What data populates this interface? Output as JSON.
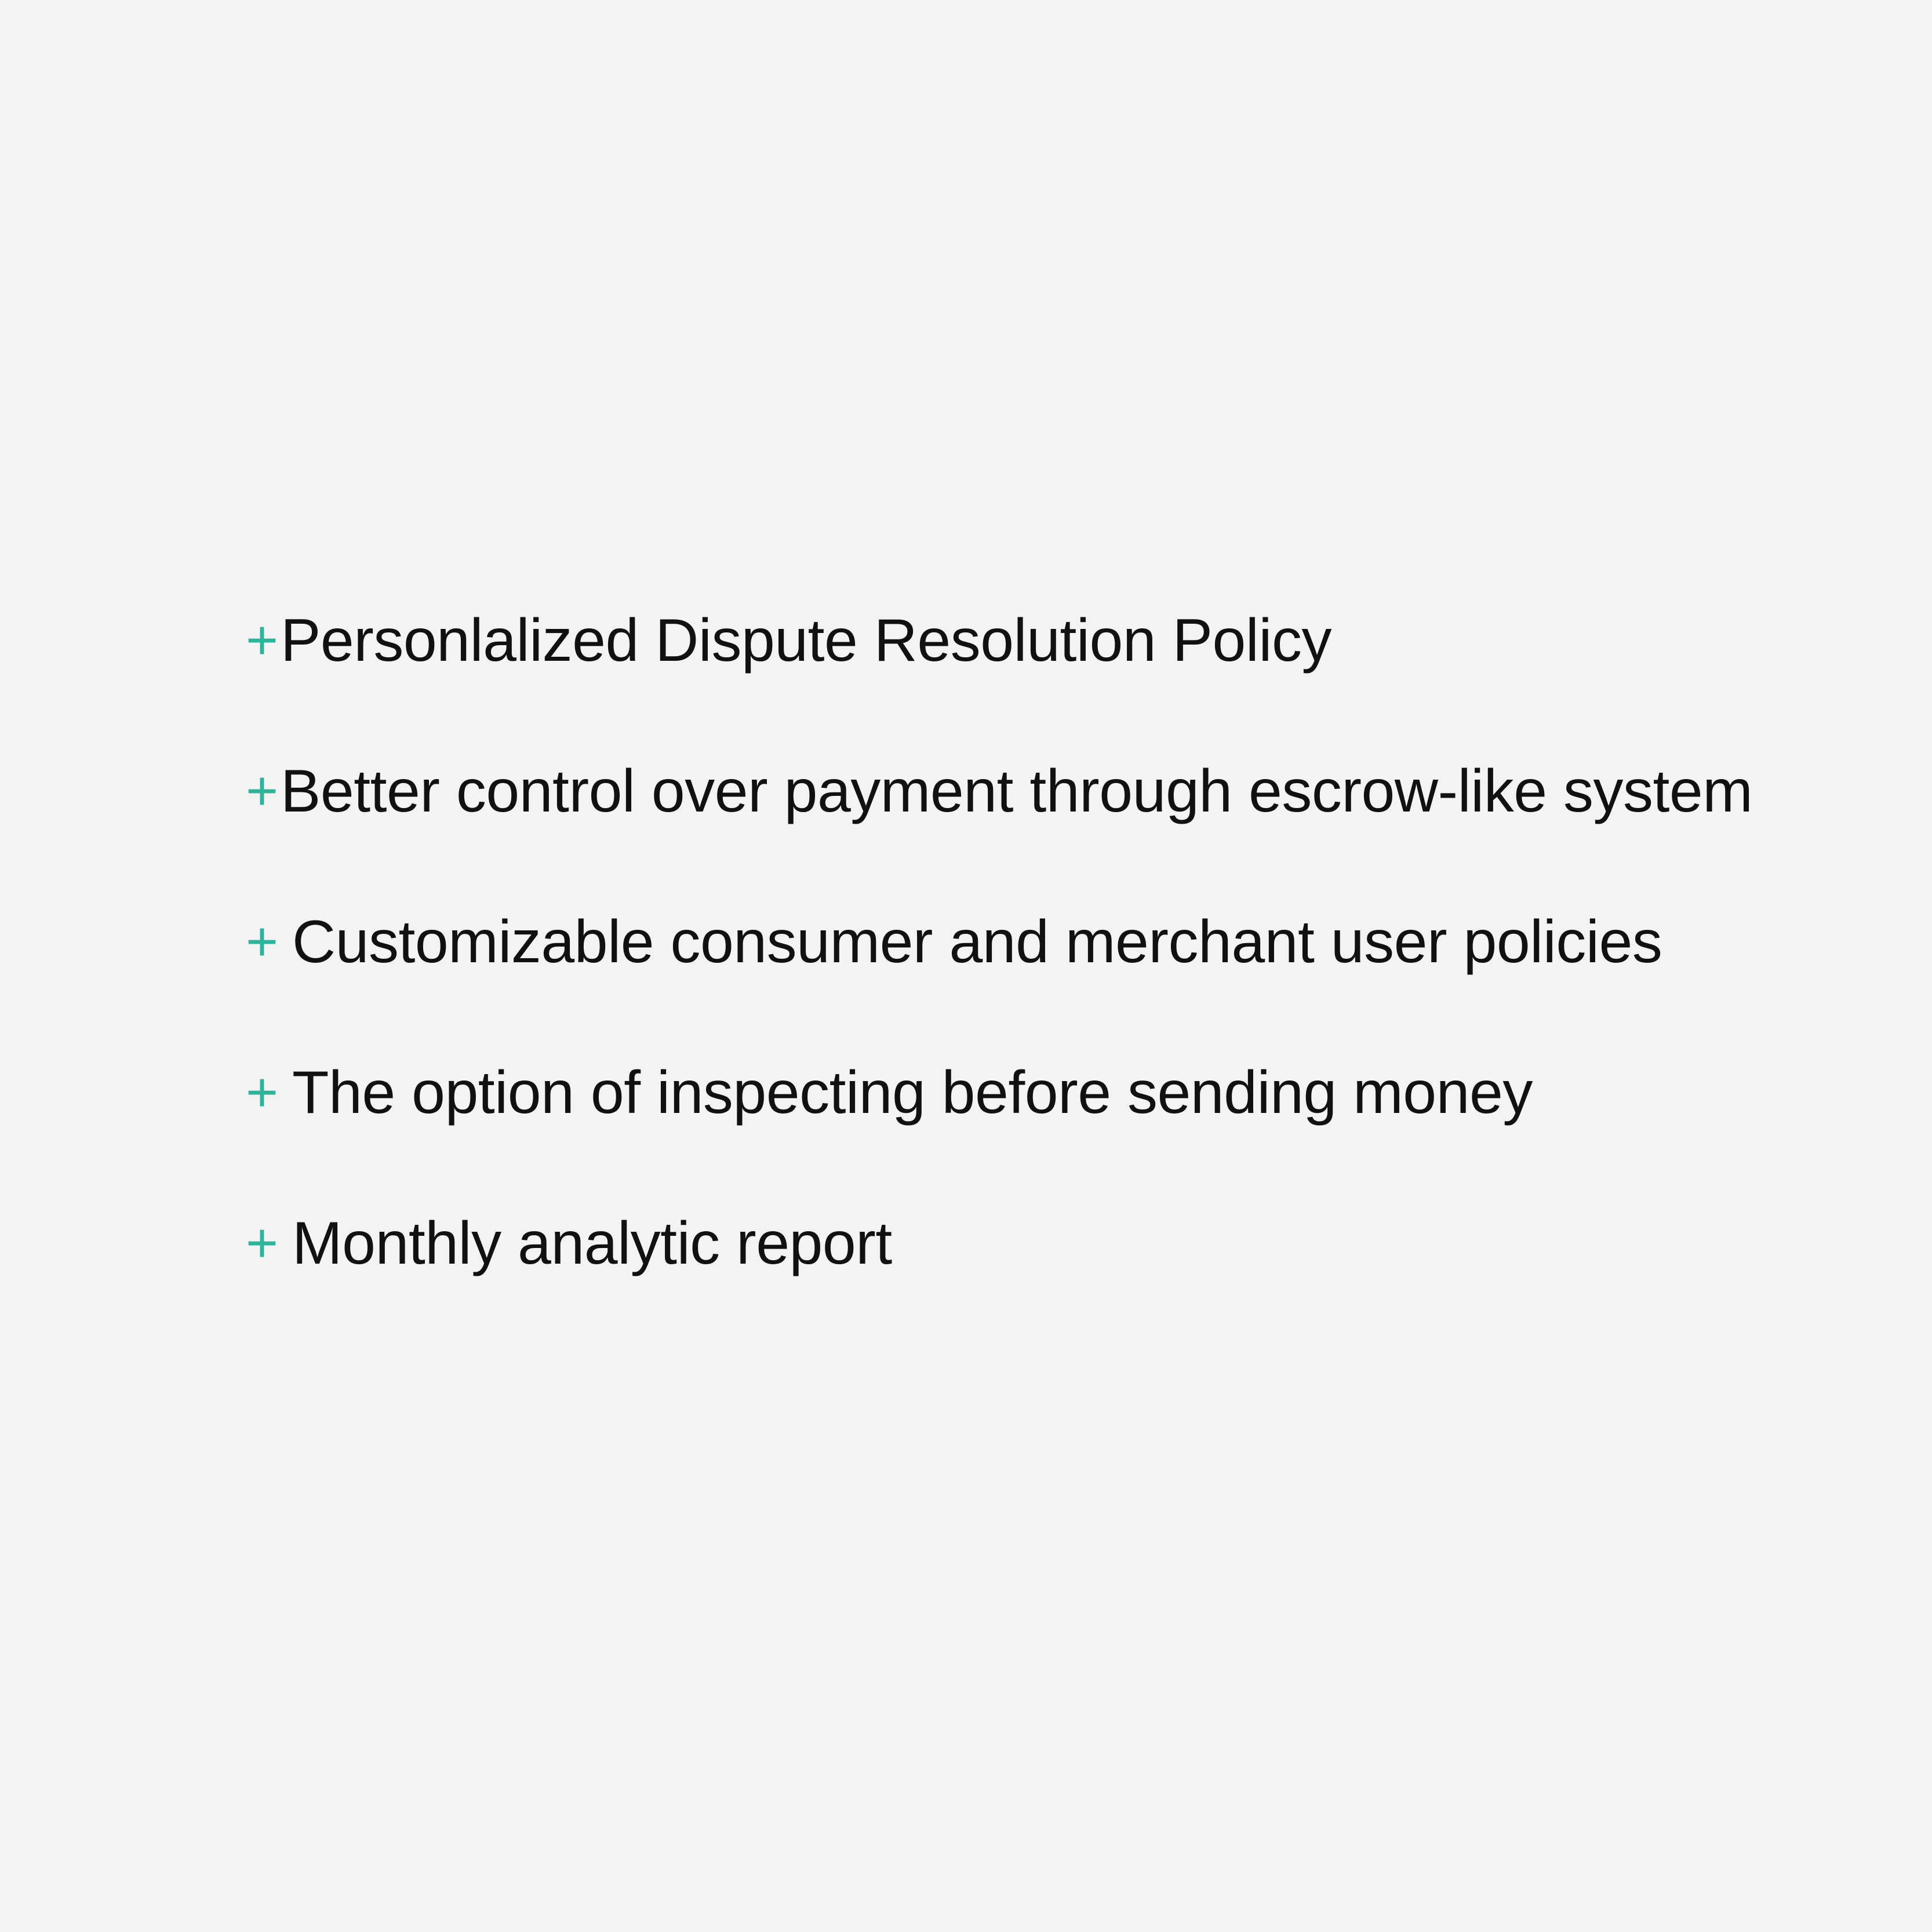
{
  "features": {
    "icon": "plus-icon",
    "accent_color": "#2bb69c",
    "text_color": "#111111",
    "background_color": "#f3f3f3",
    "items": [
      {
        "symbol": "+",
        "label": "Personlalized Dispute Resolution Policy"
      },
      {
        "symbol": "+",
        "label": "Better control over payment through escrow-like system"
      },
      {
        "symbol": "+",
        "label": "Customizable consumer and merchant user policies"
      },
      {
        "symbol": "+",
        "label": "The option of inspecting before sending money"
      },
      {
        "symbol": "+",
        "label": "Monthly analytic report"
      }
    ]
  }
}
